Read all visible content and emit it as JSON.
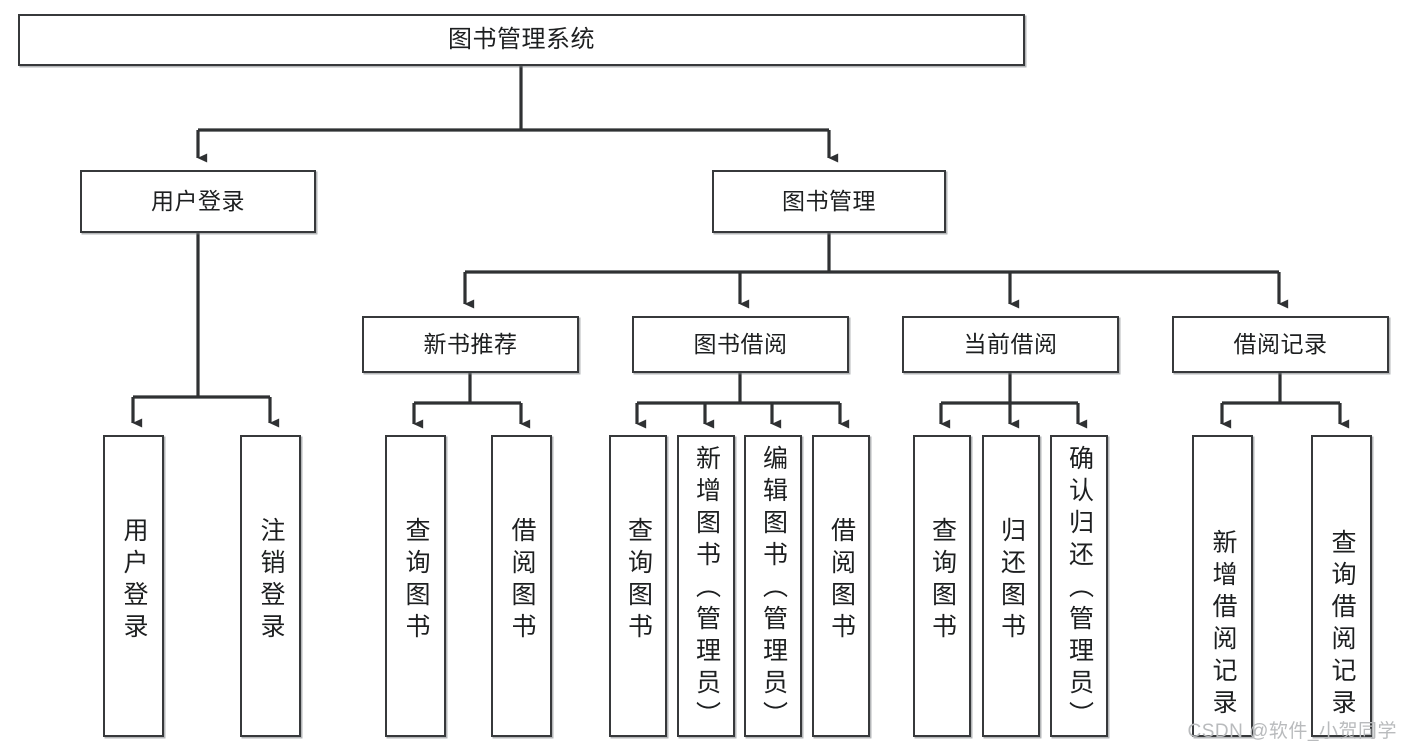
{
  "diagram": {
    "title": "图书管理系统",
    "root": {
      "label": "图书管理系统"
    },
    "level2": [
      {
        "label": "用户登录"
      },
      {
        "label": "图书管理"
      }
    ],
    "level3": [
      {
        "label": "新书推荐"
      },
      {
        "label": "图书借阅"
      },
      {
        "label": "当前借阅"
      },
      {
        "label": "借阅记录"
      }
    ],
    "leaves": {
      "user_login": [
        {
          "label": "用户登录"
        },
        {
          "label": "注销登录"
        }
      ],
      "new_book": [
        {
          "label": "查询图书"
        },
        {
          "label": "借阅图书"
        }
      ],
      "borrow_book": [
        {
          "label": "查询图书"
        },
        {
          "label": "新增图书（管理员）"
        },
        {
          "label": "编辑图书（管理员）"
        },
        {
          "label": "借阅图书"
        }
      ],
      "current_borrow": [
        {
          "label": "查询图书"
        },
        {
          "label": "归还图书"
        },
        {
          "label": "确认归还（管理员）"
        }
      ],
      "borrow_record": [
        {
          "label": "新增借阅记录"
        },
        {
          "label": "查询借阅记录"
        }
      ]
    }
  },
  "watermark": {
    "text": "CSDN @软件_小贺同学"
  },
  "colors": {
    "stroke": "#37393b",
    "fill": "#ffffff",
    "text": "#1d1f20",
    "watermark": "#b9bbbd"
  }
}
